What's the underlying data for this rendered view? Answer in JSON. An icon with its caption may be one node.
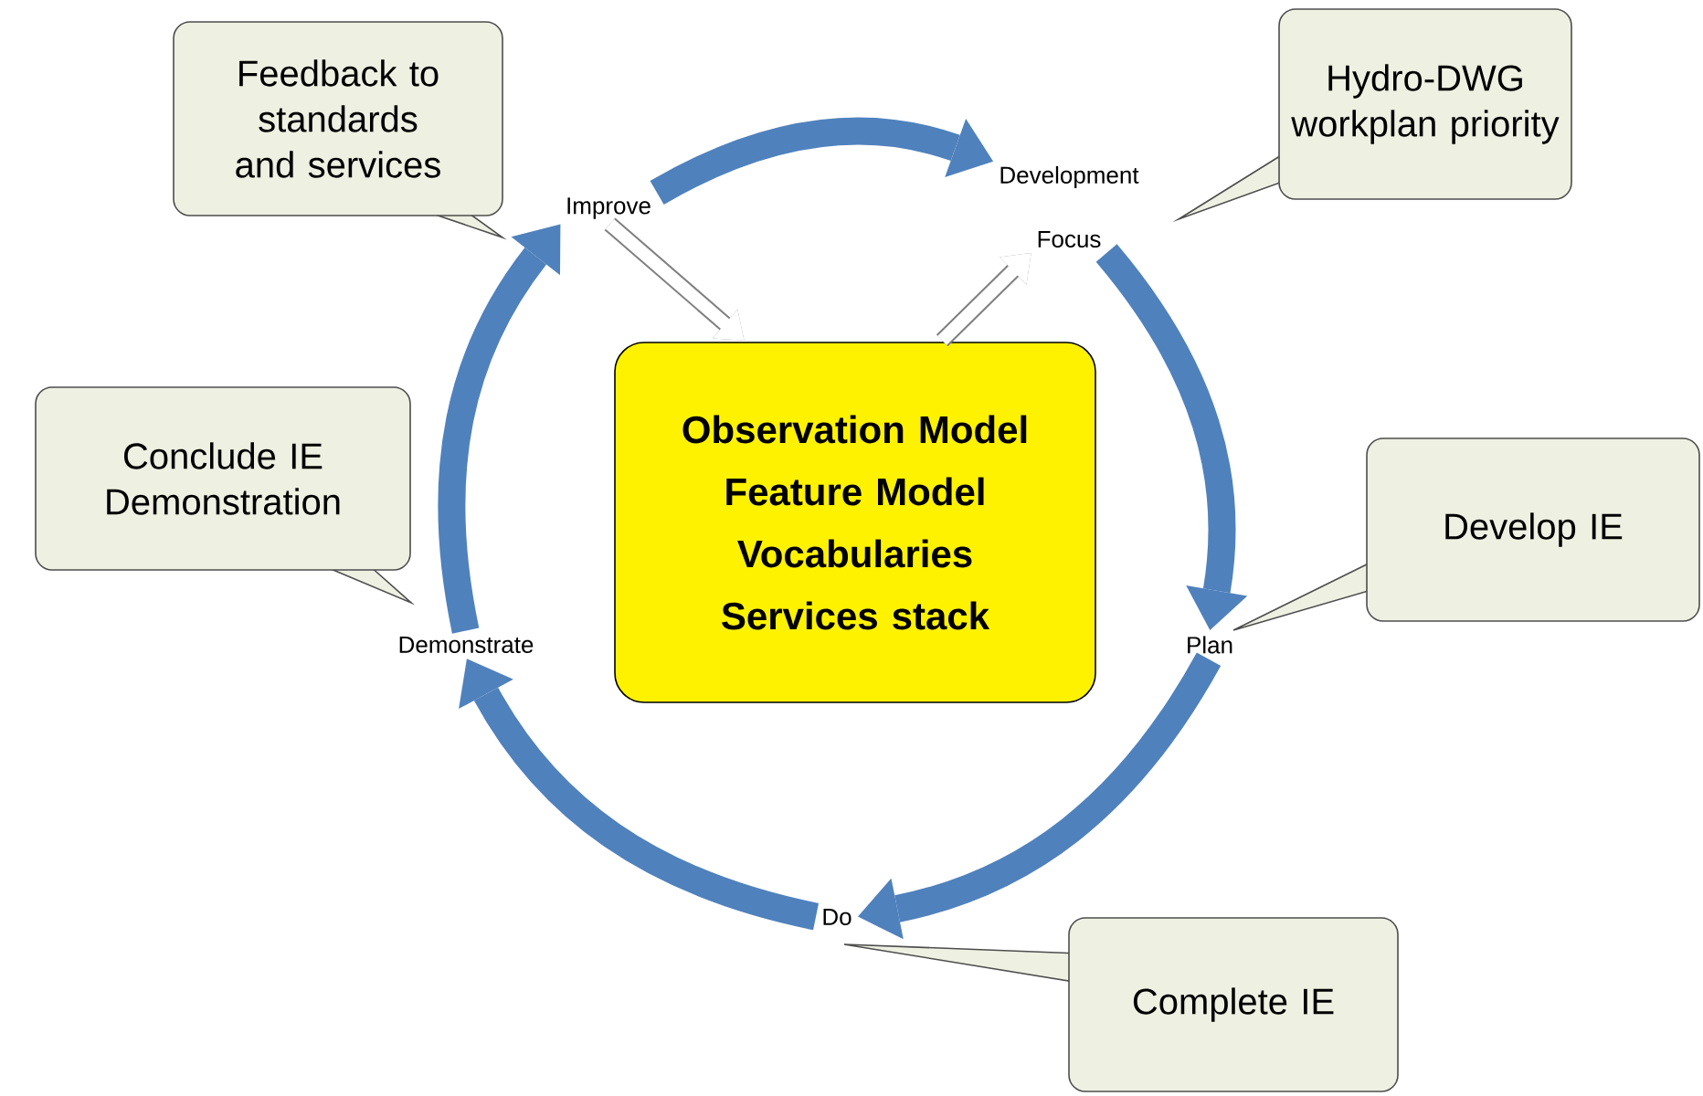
{
  "diagram": {
    "nodes": [
      {
        "text": [
          "Feedback to standards and services"
        ]
      },
      {
        "text": [
          "Improve"
        ]
      },
      {
        "text": [
          "Development"
        ]
      },
      {
        "text": [
          "Focus"
        ]
      },
      {
        "text": [
          "Hydro-DWG workplan priority"
        ]
      },
      {
        "text": [
          "Conclude IE Demonstration"
        ]
      },
      {
        "text": [
          "Observation Model",
          "Feature Model",
          "Vocabularies",
          "Services stack"
        ]
      },
      {
        "text": [
          "Plan"
        ]
      },
      {
        "text": [
          "Develop IE"
        ]
      },
      {
        "text": [
          "Demonstrate"
        ]
      },
      {
        "text": [
          "Do"
        ]
      },
      {
        "text": [
          "Complete IE"
        ]
      }
    ],
    "edges": [
      {
        "from": 1,
        "to": 2,
        "arrow": "to"
      },
      {
        "from": 3,
        "to": 7,
        "arrow": "to"
      },
      {
        "from": 7,
        "to": 10,
        "arrow": "to"
      },
      {
        "from": 10,
        "to": 9,
        "arrow": "to"
      },
      {
        "from": 9,
        "to": 1,
        "arrow": "to"
      },
      {
        "from": 1,
        "to": 6,
        "arrow": "to",
        "color": "#7f7f7f"
      },
      {
        "from": 6,
        "to": 3,
        "arrow": "to",
        "color": "#7f7f7f"
      }
    ]
  }
}
